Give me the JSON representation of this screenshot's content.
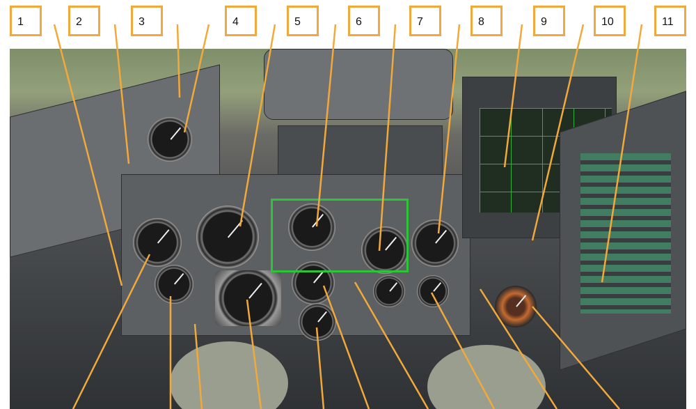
{
  "callouts": [
    "1",
    "2",
    "3",
    "4",
    "5",
    "6",
    "7",
    "8",
    "9",
    "10",
    "11"
  ],
  "colors": {
    "callout": "#f2a93b",
    "highlight": "#2ec43a"
  }
}
